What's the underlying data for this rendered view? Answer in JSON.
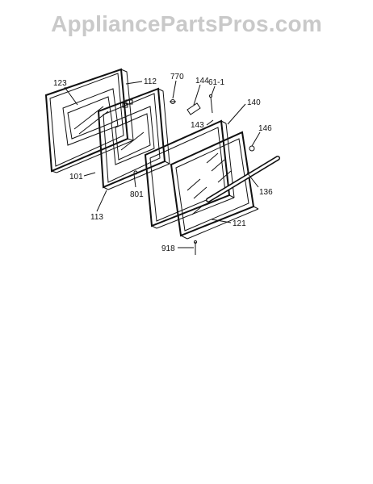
{
  "watermark": "AppliancePartsPros.com",
  "colors": {
    "line": "#111111",
    "watermark": "#c9c9c9",
    "background": "#ffffff"
  },
  "callouts": {
    "p123": "123",
    "p112": "112",
    "p770": "770",
    "p144": "144",
    "p611": "61-1",
    "p140": "140",
    "p143": "143",
    "p146": "146",
    "p101": "101",
    "p801": "801",
    "p136": "136",
    "p113": "113",
    "p121": "121",
    "p918": "918"
  }
}
